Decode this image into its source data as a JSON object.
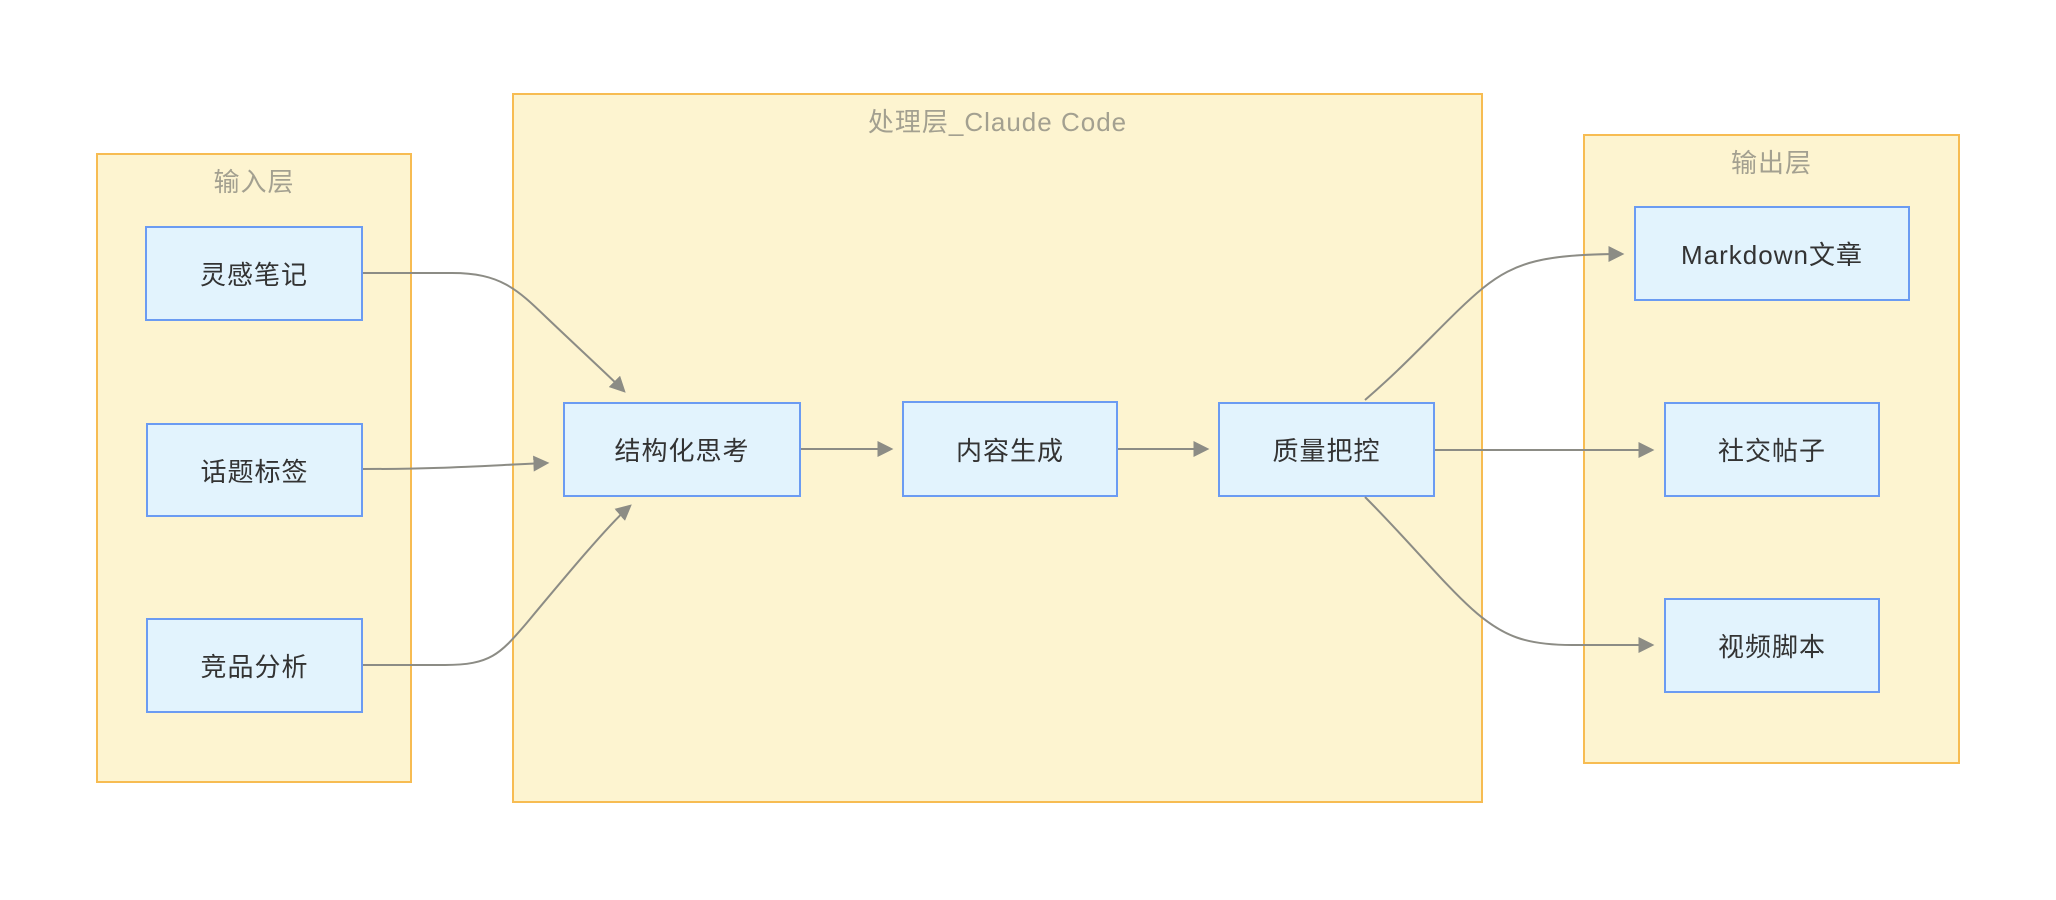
{
  "diagram": {
    "groups": [
      {
        "id": "input",
        "title": "输入层"
      },
      {
        "id": "process",
        "title": "处理层_Claude Code"
      },
      {
        "id": "output",
        "title": "输出层"
      }
    ],
    "nodes": [
      {
        "id": "inspiration",
        "label": "灵感笔记",
        "group": "输入层"
      },
      {
        "id": "topics",
        "label": "话题标签",
        "group": "输入层"
      },
      {
        "id": "competitor",
        "label": "竞品分析",
        "group": "输入层"
      },
      {
        "id": "thinking",
        "label": "结构化思考",
        "group": "处理层_Claude Code"
      },
      {
        "id": "generation",
        "label": "内容生成",
        "group": "处理层_Claude Code"
      },
      {
        "id": "quality",
        "label": "质量把控",
        "group": "处理层_Claude Code"
      },
      {
        "id": "markdown",
        "label": "Markdown文章",
        "group": "输出层"
      },
      {
        "id": "social",
        "label": "社交帖子",
        "group": "输出层"
      },
      {
        "id": "video",
        "label": "视频脚本",
        "group": "输出层"
      }
    ],
    "edges": [
      {
        "from": "灵感笔记",
        "to": "结构化思考"
      },
      {
        "from": "话题标签",
        "to": "结构化思考"
      },
      {
        "from": "竞品分析",
        "to": "结构化思考"
      },
      {
        "from": "结构化思考",
        "to": "内容生成"
      },
      {
        "from": "内容生成",
        "to": "质量把控"
      },
      {
        "from": "质量把控",
        "to": "Markdown文章"
      },
      {
        "from": "质量把控",
        "to": "社交帖子"
      },
      {
        "from": "质量把控",
        "to": "视频脚本"
      }
    ],
    "colors": {
      "background": "#FFFFFF",
      "group_fill": "#FDF4D0",
      "group_border": "#F7BC52",
      "group_title": "#A3A090",
      "node_fill": "#E2F3FD",
      "node_border": "#6B9BF2",
      "node_text": "#333333",
      "arrow": "#8C8C85"
    }
  }
}
